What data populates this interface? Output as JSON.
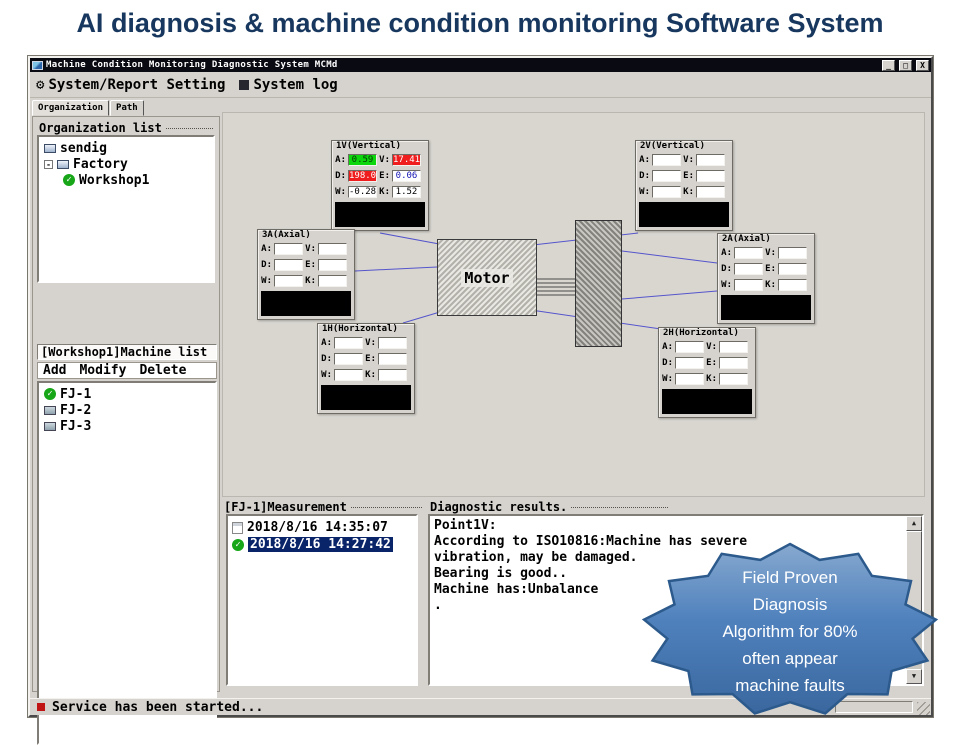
{
  "slide_title": "AI diagnosis & machine condition monitoring Software System",
  "window": {
    "title": "Machine Condition Monitoring Diagnostic System MCMd",
    "minimize": "_",
    "maximize": "□",
    "close": "X"
  },
  "toolbar": {
    "gear_icon": "⚙",
    "setting_label": "System/Report Setting",
    "log_label": "System log"
  },
  "tabs": {
    "organization": "Organization",
    "path": "Path"
  },
  "org_panel": {
    "title": "Organization list",
    "expander": "-",
    "items": [
      {
        "label": "sendig"
      },
      {
        "label": "Factory"
      },
      {
        "label": "Workshop1"
      }
    ]
  },
  "machine_panel": {
    "title": "[Workshop1]Machine list",
    "menu": {
      "add": "Add",
      "modify": "Modify",
      "delete": "Delete"
    },
    "items": [
      {
        "label": "FJ-1"
      },
      {
        "label": "FJ-2"
      },
      {
        "label": "FJ-3"
      }
    ]
  },
  "diagram": {
    "motor_label": "Motor",
    "points": [
      {
        "title": "1V(Vertical)",
        "fields": [
          {
            "label": "A:",
            "value": "0.59"
          },
          {
            "label": "V:",
            "value": "17.41"
          },
          {
            "label": "D:",
            "value": "198.0"
          },
          {
            "label": "E:",
            "value": "0.06"
          },
          {
            "label": "W:",
            "value": "-0.28"
          },
          {
            "label": "K:",
            "value": "1.52"
          }
        ]
      },
      {
        "title": "2V(Vertical)",
        "fields": [
          {
            "label": "A:",
            "value": ""
          },
          {
            "label": "V:",
            "value": ""
          },
          {
            "label": "D:",
            "value": ""
          },
          {
            "label": "E:",
            "value": ""
          },
          {
            "label": "W:",
            "value": ""
          },
          {
            "label": "K:",
            "value": ""
          }
        ]
      },
      {
        "title": "3A(Axial)",
        "fields": [
          {
            "label": "A:",
            "value": ""
          },
          {
            "label": "V:",
            "value": ""
          },
          {
            "label": "D:",
            "value": ""
          },
          {
            "label": "E:",
            "value": ""
          },
          {
            "label": "W:",
            "value": ""
          },
          {
            "label": "K:",
            "value": ""
          }
        ]
      },
      {
        "title": "2A(Axial)",
        "fields": [
          {
            "label": "A:",
            "value": ""
          },
          {
            "label": "V:",
            "value": ""
          },
          {
            "label": "D:",
            "value": ""
          },
          {
            "label": "E:",
            "value": ""
          },
          {
            "label": "W:",
            "value": ""
          },
          {
            "label": "K:",
            "value": ""
          }
        ]
      },
      {
        "title": "1H(Horizontal)",
        "fields": [
          {
            "label": "A:",
            "value": ""
          },
          {
            "label": "V:",
            "value": ""
          },
          {
            "label": "D:",
            "value": ""
          },
          {
            "label": "E:",
            "value": ""
          },
          {
            "label": "W:",
            "value": ""
          },
          {
            "label": "K:",
            "value": ""
          }
        ]
      },
      {
        "title": "2H(Horizontal)",
        "fields": [
          {
            "label": "A:",
            "value": ""
          },
          {
            "label": "V:",
            "value": ""
          },
          {
            "label": "D:",
            "value": ""
          },
          {
            "label": "E:",
            "value": ""
          },
          {
            "label": "W:",
            "value": ""
          },
          {
            "label": "K:",
            "value": ""
          }
        ]
      }
    ]
  },
  "measurement_panel": {
    "title": "[FJ-1]Measurement",
    "items": [
      {
        "label": "2018/8/16 14:35:07",
        "selected": false
      },
      {
        "label": "2018/8/16 14:27:42",
        "selected": true
      }
    ]
  },
  "diagnostic_panel": {
    "title": "Diagnostic results.",
    "lines": [
      "Point1V:",
      "According to ISO10816:Machine has severe",
      "vibration, may be damaged.",
      "Bearing is good..",
      "Machine has:Unbalance",
      "."
    ]
  },
  "status_bar": {
    "text": "Service has been started..."
  },
  "callout": {
    "lines": [
      "Field Proven",
      "Diagnosis",
      "Algorithm for  80%",
      "often appear",
      "machine faults"
    ]
  },
  "icons": {
    "check": "✓",
    "scroll_up": "▲",
    "scroll_down": "▼"
  },
  "colors": {
    "title_blue": "#17375E",
    "alarm_red": "#EF1D1D",
    "ok_green": "#0CD60C",
    "selection_blue": "#0A246A",
    "callout_fill": "#4F81BD",
    "callout_border": "#2C5A8C"
  }
}
